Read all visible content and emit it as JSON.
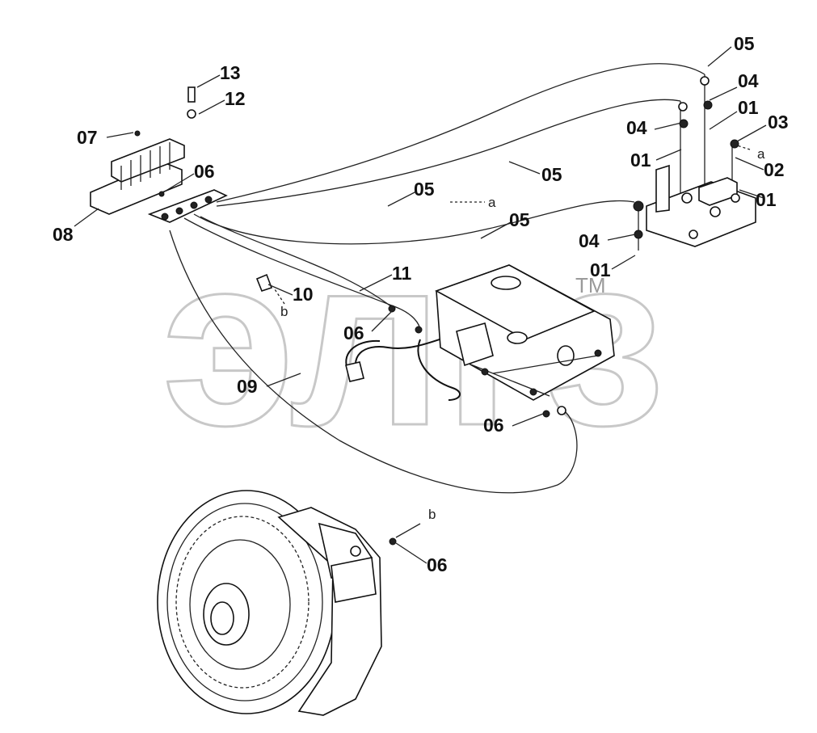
{
  "watermark": {
    "text": "элгз",
    "trademark": "TM"
  },
  "callouts": {
    "c05_top": "05",
    "c04_top": "04",
    "c01_top": "01",
    "c03": "03",
    "c04_mid": "04",
    "c01_mid": "01",
    "c02": "02",
    "c01_right": "01",
    "c05_mid": "05",
    "c05_inner": "05",
    "c05_low": "05",
    "c04_low": "04",
    "c01_low": "01",
    "c13": "13",
    "c12": "12",
    "c07": "07",
    "c06_top": "06",
    "c08": "08",
    "c11": "11",
    "c10": "10",
    "c06_mid": "06",
    "c09": "09",
    "c06_low": "06",
    "c06_bottom": "06"
  },
  "refs": {
    "a_right": "a",
    "a_mid": "a",
    "b_left": "b",
    "b_bottom": "b"
  }
}
